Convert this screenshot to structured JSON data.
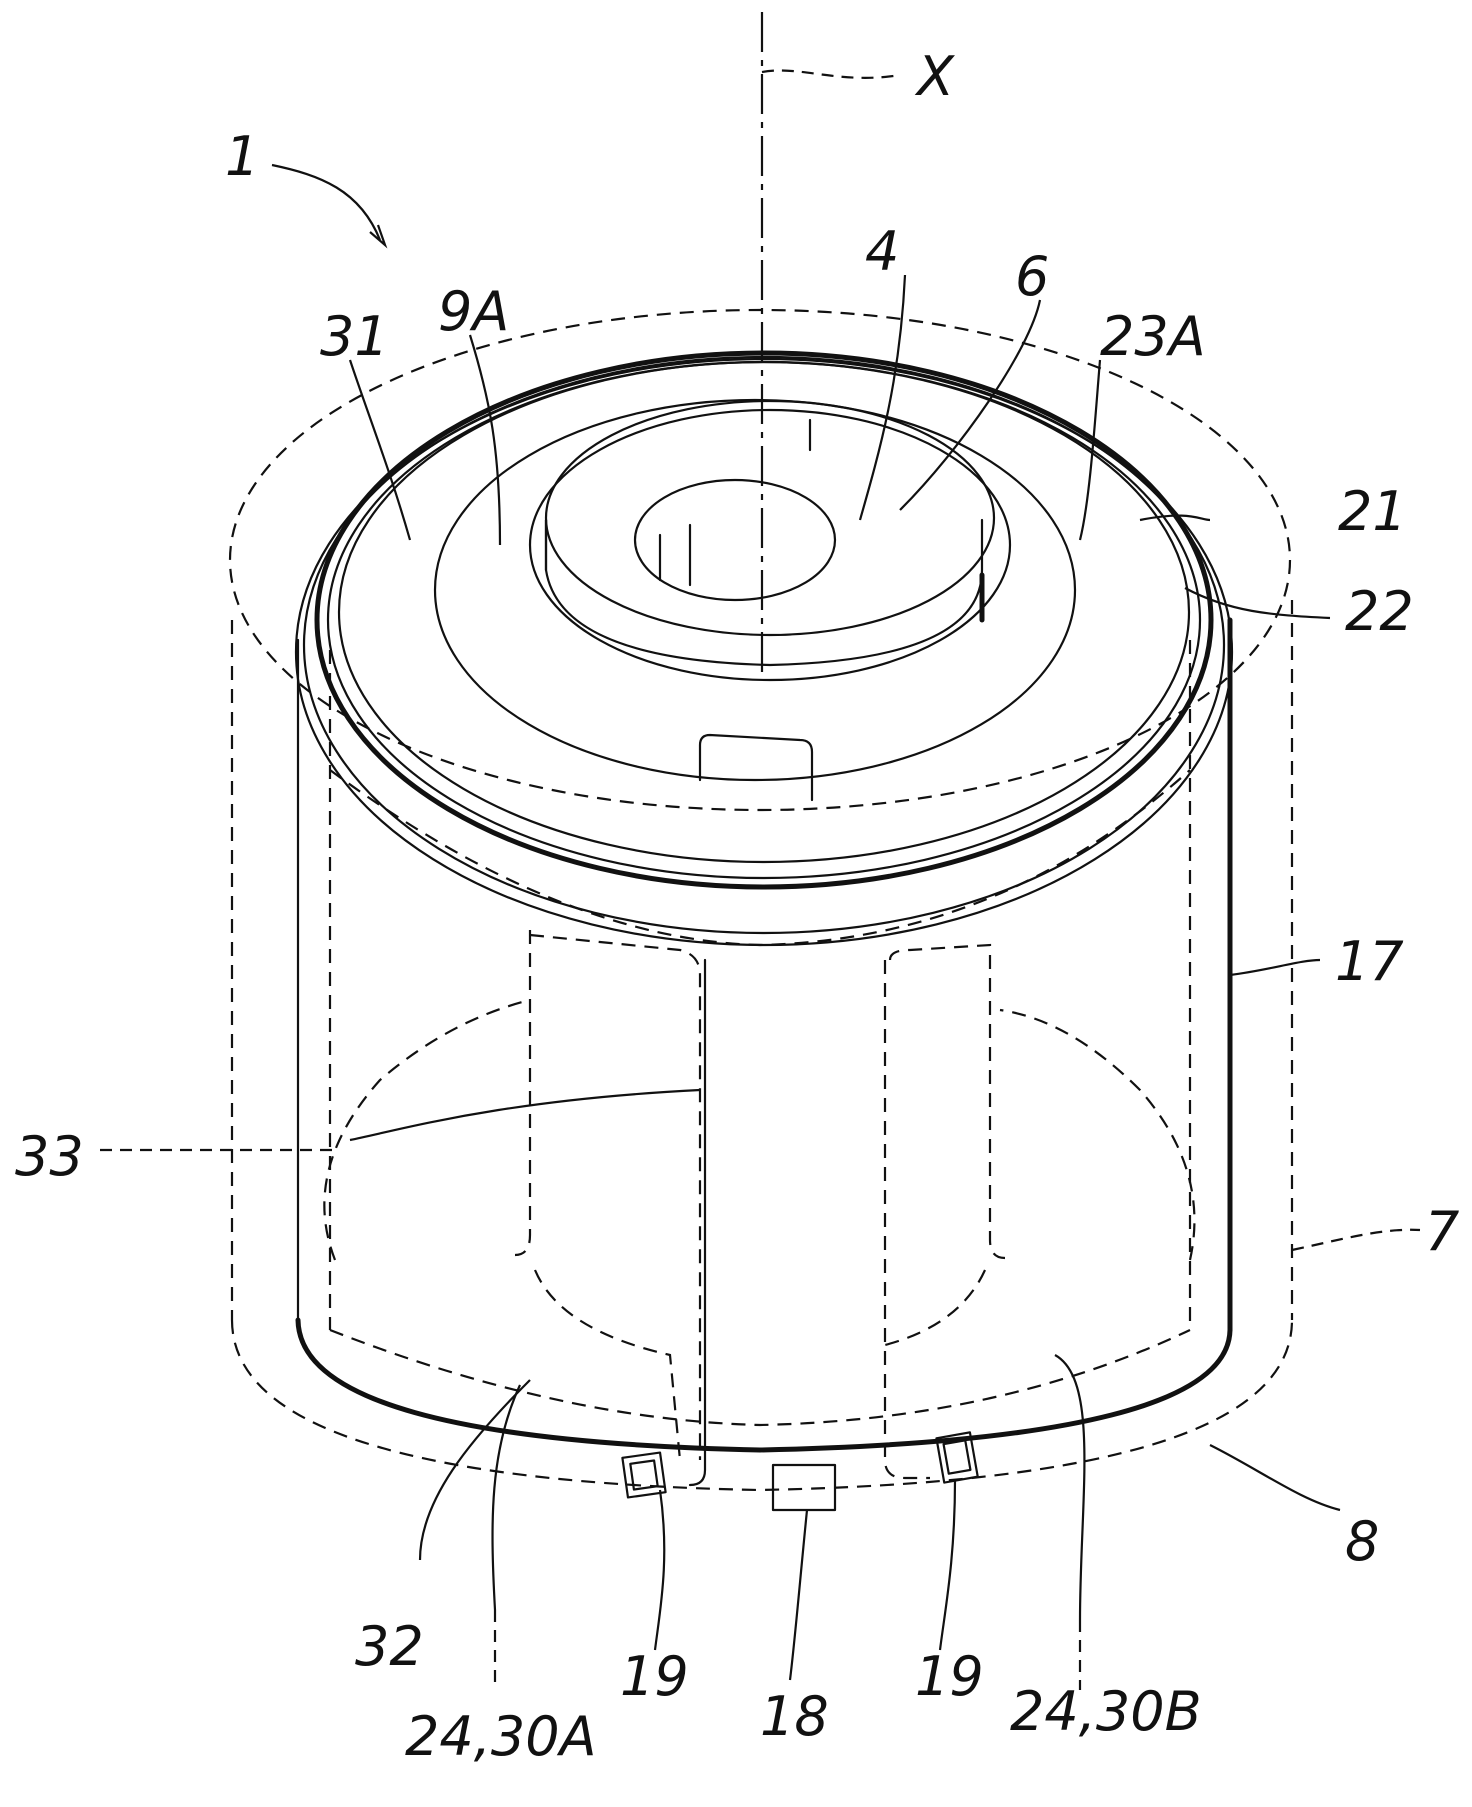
{
  "labels": {
    "device": "1",
    "axis": "X",
    "l31": "31",
    "l9a": "9A",
    "l4": "4",
    "l6": "6",
    "l23a": "23A",
    "l21": "21",
    "l22": "22",
    "l17": "17",
    "l33": "33",
    "l7": "7",
    "l8": "8",
    "l32": "32",
    "l24_30a": "24,30A",
    "l19_left": "19",
    "l18": "18",
    "l19_right": "19",
    "l24_30b": "24,30B"
  }
}
